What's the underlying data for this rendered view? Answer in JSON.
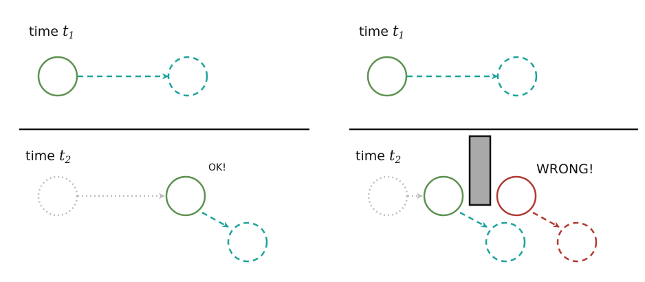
{
  "colors": {
    "green": "#5e9150",
    "teal": "#1ca39b",
    "gray": "#bdbdbd",
    "red": "#b03a32",
    "black": "#111111",
    "obstacle_fill": "#a9a9a9"
  },
  "panels": [
    {
      "id": "left",
      "top": {
        "label_text": "time ",
        "label_var": "t",
        "label_sub": "1"
      },
      "bottom": {
        "label_text": "time ",
        "label_var": "t",
        "label_sub": "2",
        "annotation": "OK!"
      }
    },
    {
      "id": "right",
      "top": {
        "label_text": "time ",
        "label_var": "t",
        "label_sub": "1"
      },
      "bottom": {
        "label_text": "time ",
        "label_var": "t",
        "label_sub": "2",
        "annotation": "WRONG!"
      }
    }
  ]
}
